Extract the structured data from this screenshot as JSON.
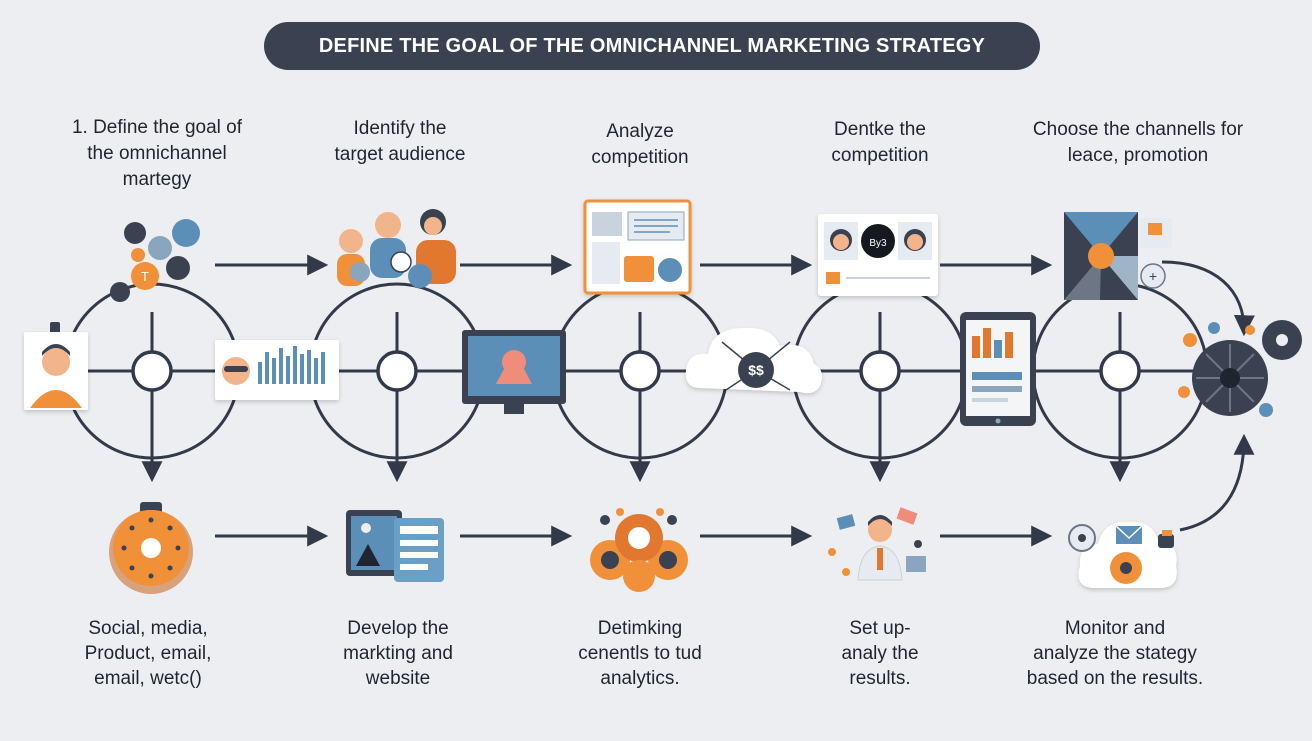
{
  "title": "DEFINE THE GOAL OF THE OMNICHANNEL MARKETING STRATEGY",
  "top_steps": [
    {
      "label": "1. Define the goal of\nthe omnichannel\nmartegy",
      "icon": "social-icons-cluster-icon"
    },
    {
      "label": "Identify the\ntarget audience",
      "icon": "audience-group-icon"
    },
    {
      "label": "Analyze\ncompetition",
      "icon": "dashboard-window-icon"
    },
    {
      "label": "Dentke the\ncompetition",
      "icon": "profile-cards-icon"
    },
    {
      "label": "Choose the channells for\nleace, promotion",
      "icon": "channel-pie-icon"
    }
  ],
  "bottom_steps": [
    {
      "label": "Social, media,\nProduct, email,\nemail, wetc()",
      "icon": "orange-dial-icon"
    },
    {
      "label": "Develop the\nmarkting and\nwebsite",
      "icon": "website-screens-icon"
    },
    {
      "label": "Detimking\ncenentls to tud\nanalytics.",
      "icon": "analytics-circles-icon"
    },
    {
      "label": "Set up-\nanaly the\nresults.",
      "icon": "person-analyst-icon"
    },
    {
      "label": "Monitor and\nanalyze the stategy\nbased on the results.",
      "icon": "cloud-monitor-icon"
    }
  ],
  "middle_icons": [
    "person-card-icon",
    "bar-chart-card-icon",
    "monitor-icon",
    "cloud-dollar-icon",
    "tablet-icon",
    "gear-hub-icon"
  ],
  "cloud_text": "$$",
  "colors": {
    "dark": "#3a4150",
    "orange": "#f0913a",
    "blue": "#5c8fb8",
    "light": "#ffffff",
    "bg": "#eceef1"
  }
}
